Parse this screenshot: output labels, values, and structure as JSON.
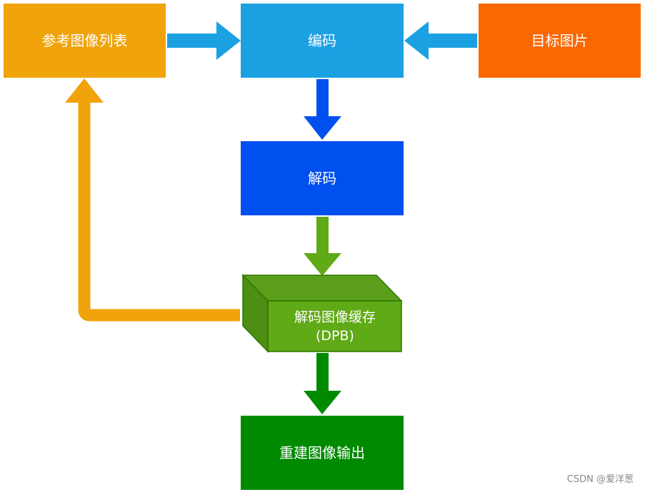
{
  "nodes": {
    "reference_list": "参考图像列表",
    "encode": "编码",
    "target_picture": "目标图片",
    "decode": "解码",
    "dpb_line1": "解码图像缓存",
    "dpb_line2": "(DPB)",
    "reconstructed_output": "重建图像输出"
  },
  "watermark": "CSDN @爱洋葱",
  "colors": {
    "reference_list": "#f0a30a",
    "encode": "#1ba1e2",
    "target_picture": "#fa6800",
    "decode": "#0050ef",
    "dpb": "#60a917",
    "reconstructed_output": "#008a00"
  }
}
